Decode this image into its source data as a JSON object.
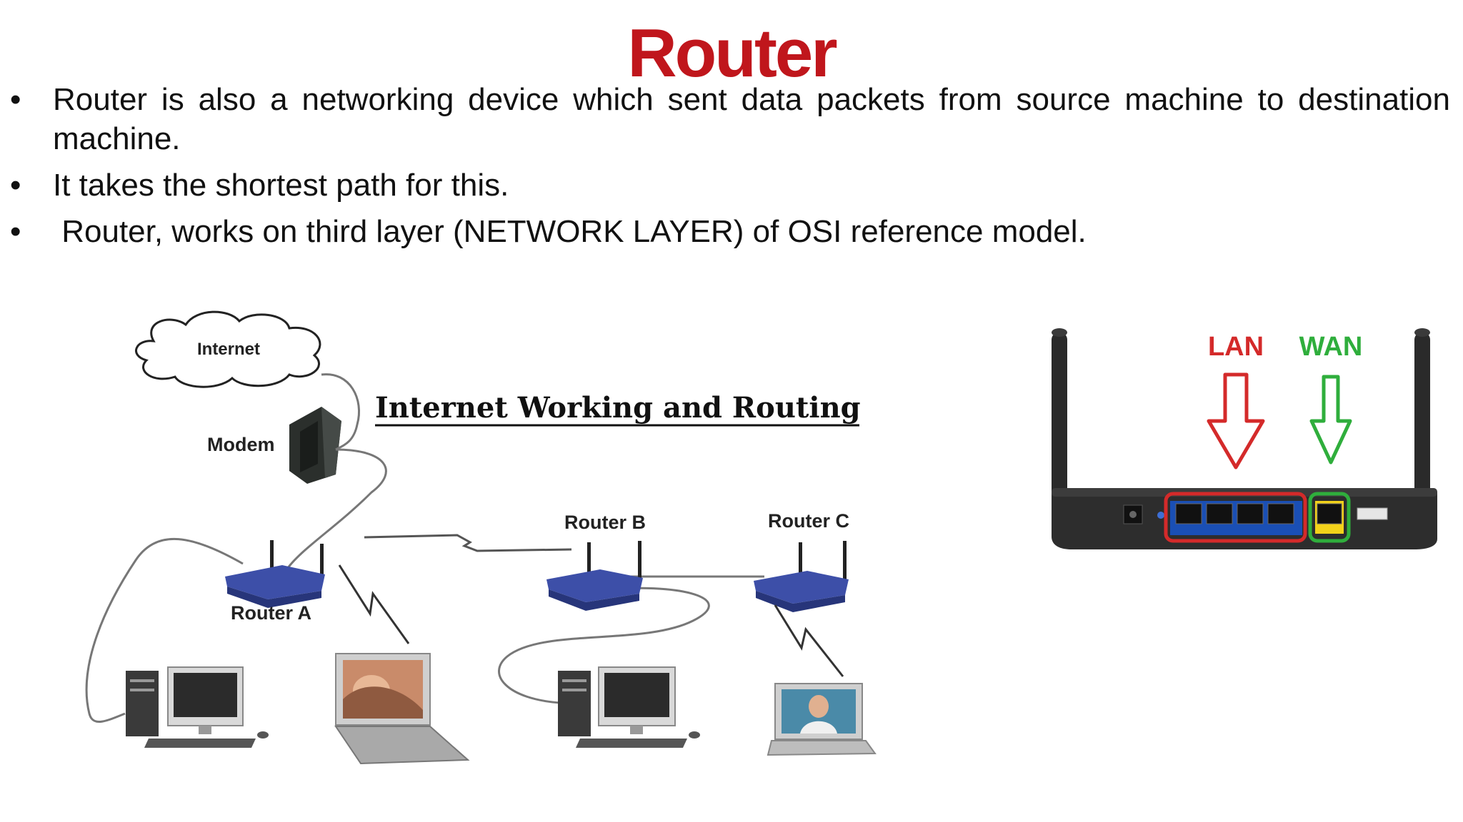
{
  "slide": {
    "title": "Router",
    "title_color": "#c0161c",
    "bullets": [
      "Router is also a networking device which sent data packets from source machine to destination machine.",
      "It takes the shortest path for this.",
      " Router, works on third layer (NETWORK LAYER) of OSI reference model."
    ],
    "bullet_symbol": "•"
  },
  "diagram": {
    "heading": "Internet Working and Routing",
    "labels": {
      "internet": "Internet",
      "modem": "Modem",
      "router_a": "Router A",
      "router_b": "Router B",
      "router_c": "Router C"
    }
  },
  "device": {
    "lan_label": "LAN",
    "wan_label": "WAN",
    "lan_color": "#d42a2a",
    "wan_color": "#2fae3c"
  }
}
